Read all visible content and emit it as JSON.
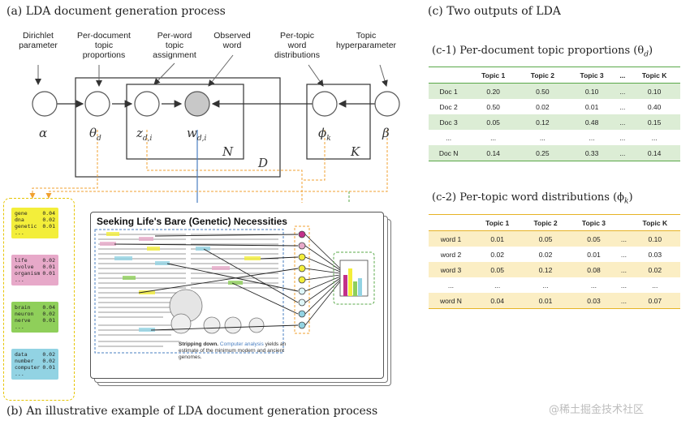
{
  "panel_a": {
    "title": "(a) LDA document generation process",
    "labels": {
      "dirichlet": "Dirichlet parameter",
      "per_doc_topic": "Per-document topic proportions",
      "per_word_topic": "Per-word topic assignment",
      "observed_word": "Observed word",
      "per_topic_word": "Per-topic word distributions",
      "topic_hyper": "Topic hyperparameter"
    },
    "nodes": {
      "alpha": "α",
      "theta": "θ",
      "theta_sub": "d",
      "z": "z",
      "z_sub": "d,i",
      "w": "w",
      "w_sub": "d,i",
      "phi": "ϕ",
      "phi_sub": "k",
      "beta": "β"
    },
    "plates": {
      "N": "N",
      "D": "D",
      "K": "K"
    }
  },
  "panel_b": {
    "title": "(b) An illustrative example of LDA document generation process",
    "article_title": "Seeking Life's Bare (Genetic) Necessities",
    "caption_line1": "Stripping down.",
    "caption_line2": "Computer analysis",
    "caption_line3": "yields an estimate of the minimum modern and ancient genomes.",
    "topic_docs": [
      {
        "color": "#f3ee3a",
        "rows": [
          [
            "gene",
            "0.04"
          ],
          [
            "dna",
            "0.02"
          ],
          [
            "genetic",
            "0.01"
          ],
          [
            "...",
            ""
          ]
        ]
      },
      {
        "color": "#e7a9c9",
        "rows": [
          [
            "life",
            "0.02"
          ],
          [
            "evolve",
            "0.01"
          ],
          [
            "organism",
            "0.01"
          ],
          [
            "...",
            ""
          ]
        ]
      },
      {
        "color": "#8fcf5a",
        "rows": [
          [
            "brain",
            "0.04"
          ],
          [
            "neuron",
            "0.02"
          ],
          [
            "nerve",
            "0.01"
          ],
          [
            "...",
            ""
          ]
        ]
      },
      {
        "color": "#92d3e3",
        "rows": [
          [
            "data",
            "0.02"
          ],
          [
            "number",
            "0.02"
          ],
          [
            "computer",
            "0.01"
          ],
          [
            "...",
            ""
          ]
        ]
      }
    ]
  },
  "panel_c": {
    "title": "(c) Two outputs of LDA",
    "c1_title": "(c-1) Per-document topic proportions (θ",
    "c1_sub": "d",
    "c2_title": "(c-2) Per-topic word distributions (ϕ",
    "c2_sub": "k",
    "table1": {
      "headers": [
        "",
        "Topic 1",
        "Topic 2",
        "Topic 3",
        "...",
        "Topic K"
      ],
      "rows": [
        [
          "Doc 1",
          "0.20",
          "0.50",
          "0.10",
          "...",
          "0.10"
        ],
        [
          "Doc 2",
          "0.50",
          "0.02",
          "0.01",
          "...",
          "0.40"
        ],
        [
          "Doc 3",
          "0.05",
          "0.12",
          "0.48",
          "...",
          "0.15"
        ],
        [
          "...",
          "...",
          "...",
          "...",
          "...",
          "..."
        ],
        [
          "Doc N",
          "0.14",
          "0.25",
          "0.33",
          "...",
          "0.14"
        ]
      ]
    },
    "table2": {
      "headers": [
        "",
        "Topic 1",
        "Topic 2",
        "Topic 3",
        "",
        "Topic K"
      ],
      "rows": [
        [
          "word 1",
          "0.01",
          "0.05",
          "0.05",
          "...",
          "0.10"
        ],
        [
          "word 2",
          "0.02",
          "0.02",
          "0.01",
          "...",
          "0.03"
        ],
        [
          "word 3",
          "0.05",
          "0.12",
          "0.08",
          "...",
          "0.02"
        ],
        [
          "...",
          "...",
          "...",
          "...",
          "...",
          "..."
        ],
        [
          "word N",
          "0.04",
          "0.01",
          "0.03",
          "...",
          "0.07"
        ]
      ]
    }
  },
  "watermark": "@稀土掘金技术社区",
  "colors": {
    "green": "#5aa84a",
    "yellow": "#e6b325",
    "orange": "#f0a030",
    "blue": "#4a7fc1"
  }
}
